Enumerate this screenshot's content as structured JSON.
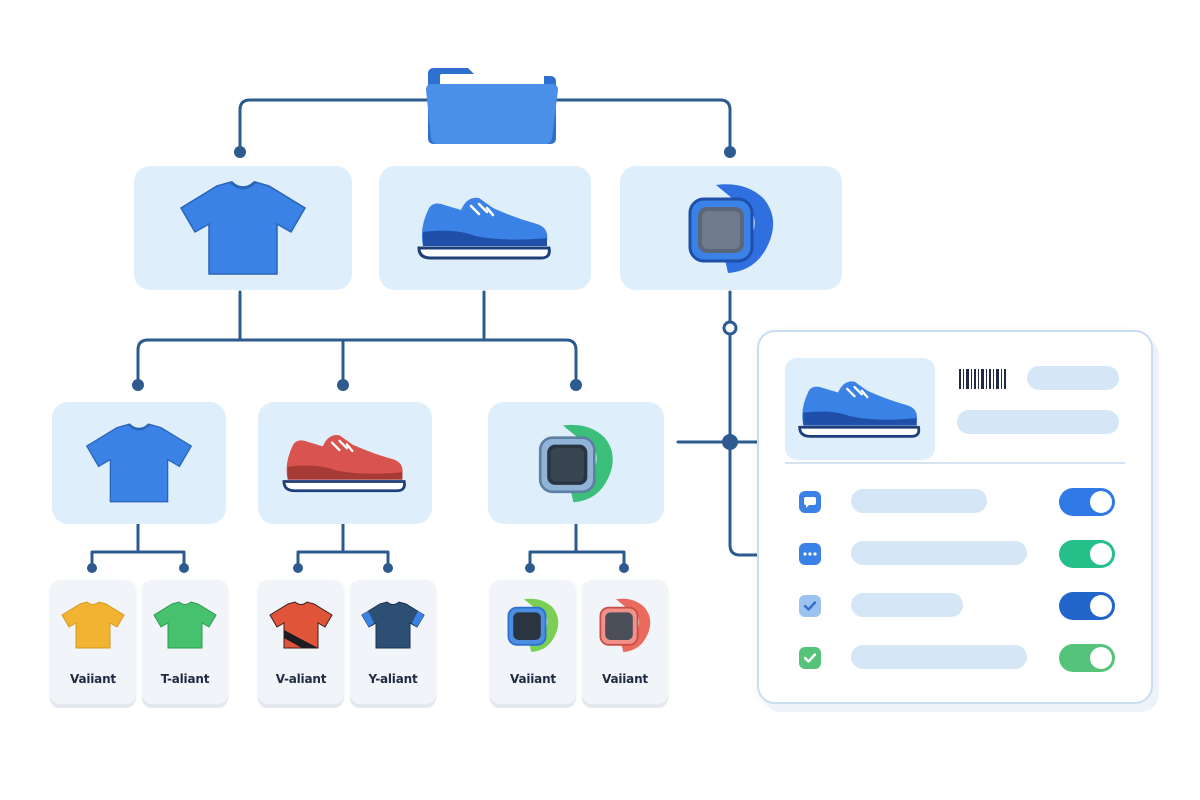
{
  "diagram": {
    "root": {
      "icon": "folder-icon"
    },
    "categories": [
      {
        "icon": "tshirt-icon"
      },
      {
        "icon": "sneaker-icon"
      },
      {
        "icon": "smartwatch-icon"
      }
    ],
    "products": [
      {
        "icon": "tshirt-icon",
        "color": "#3b82e6"
      },
      {
        "icon": "sneaker-icon",
        "color": "#d9534f"
      },
      {
        "icon": "smartwatch-icon",
        "color": "#3cbf7a"
      }
    ],
    "variants": [
      {
        "label": "Vaiiant",
        "icon": "tshirt-icon",
        "color": "#f2b333"
      },
      {
        "label": "T-aliant",
        "icon": "tshirt-icon",
        "color": "#46c26f"
      },
      {
        "label": "V-aliant",
        "icon": "tshirt-icon",
        "color": "#e0553a"
      },
      {
        "label": "Y-aliant",
        "icon": "tshirt-icon",
        "color": "#2c4f73"
      },
      {
        "label": "Vaiiant",
        "icon": "smartwatch-icon",
        "color": "#7ccf55"
      },
      {
        "label": "Vaiiant",
        "icon": "smartwatch-icon",
        "color": "#ea6a5e"
      }
    ]
  },
  "detail_panel": {
    "product_icon": "sneaker-icon",
    "barcode_icon": "barcode-icon",
    "rows": [
      {
        "icon": "chat-icon",
        "toggle_on": true,
        "toggle_color": "#2f7ae5"
      },
      {
        "icon": "more-icon",
        "toggle_on": true,
        "toggle_color": "#25c08a"
      },
      {
        "icon": "check-icon",
        "toggle_on": true,
        "toggle_color": "#2266cc"
      },
      {
        "icon": "check-icon",
        "toggle_on": true,
        "toggle_color": "#55c47a"
      }
    ]
  },
  "colors": {
    "connector": "#2d5b8f",
    "card_bg": "#dfeefb",
    "accent_blue": "#3b82e6"
  }
}
